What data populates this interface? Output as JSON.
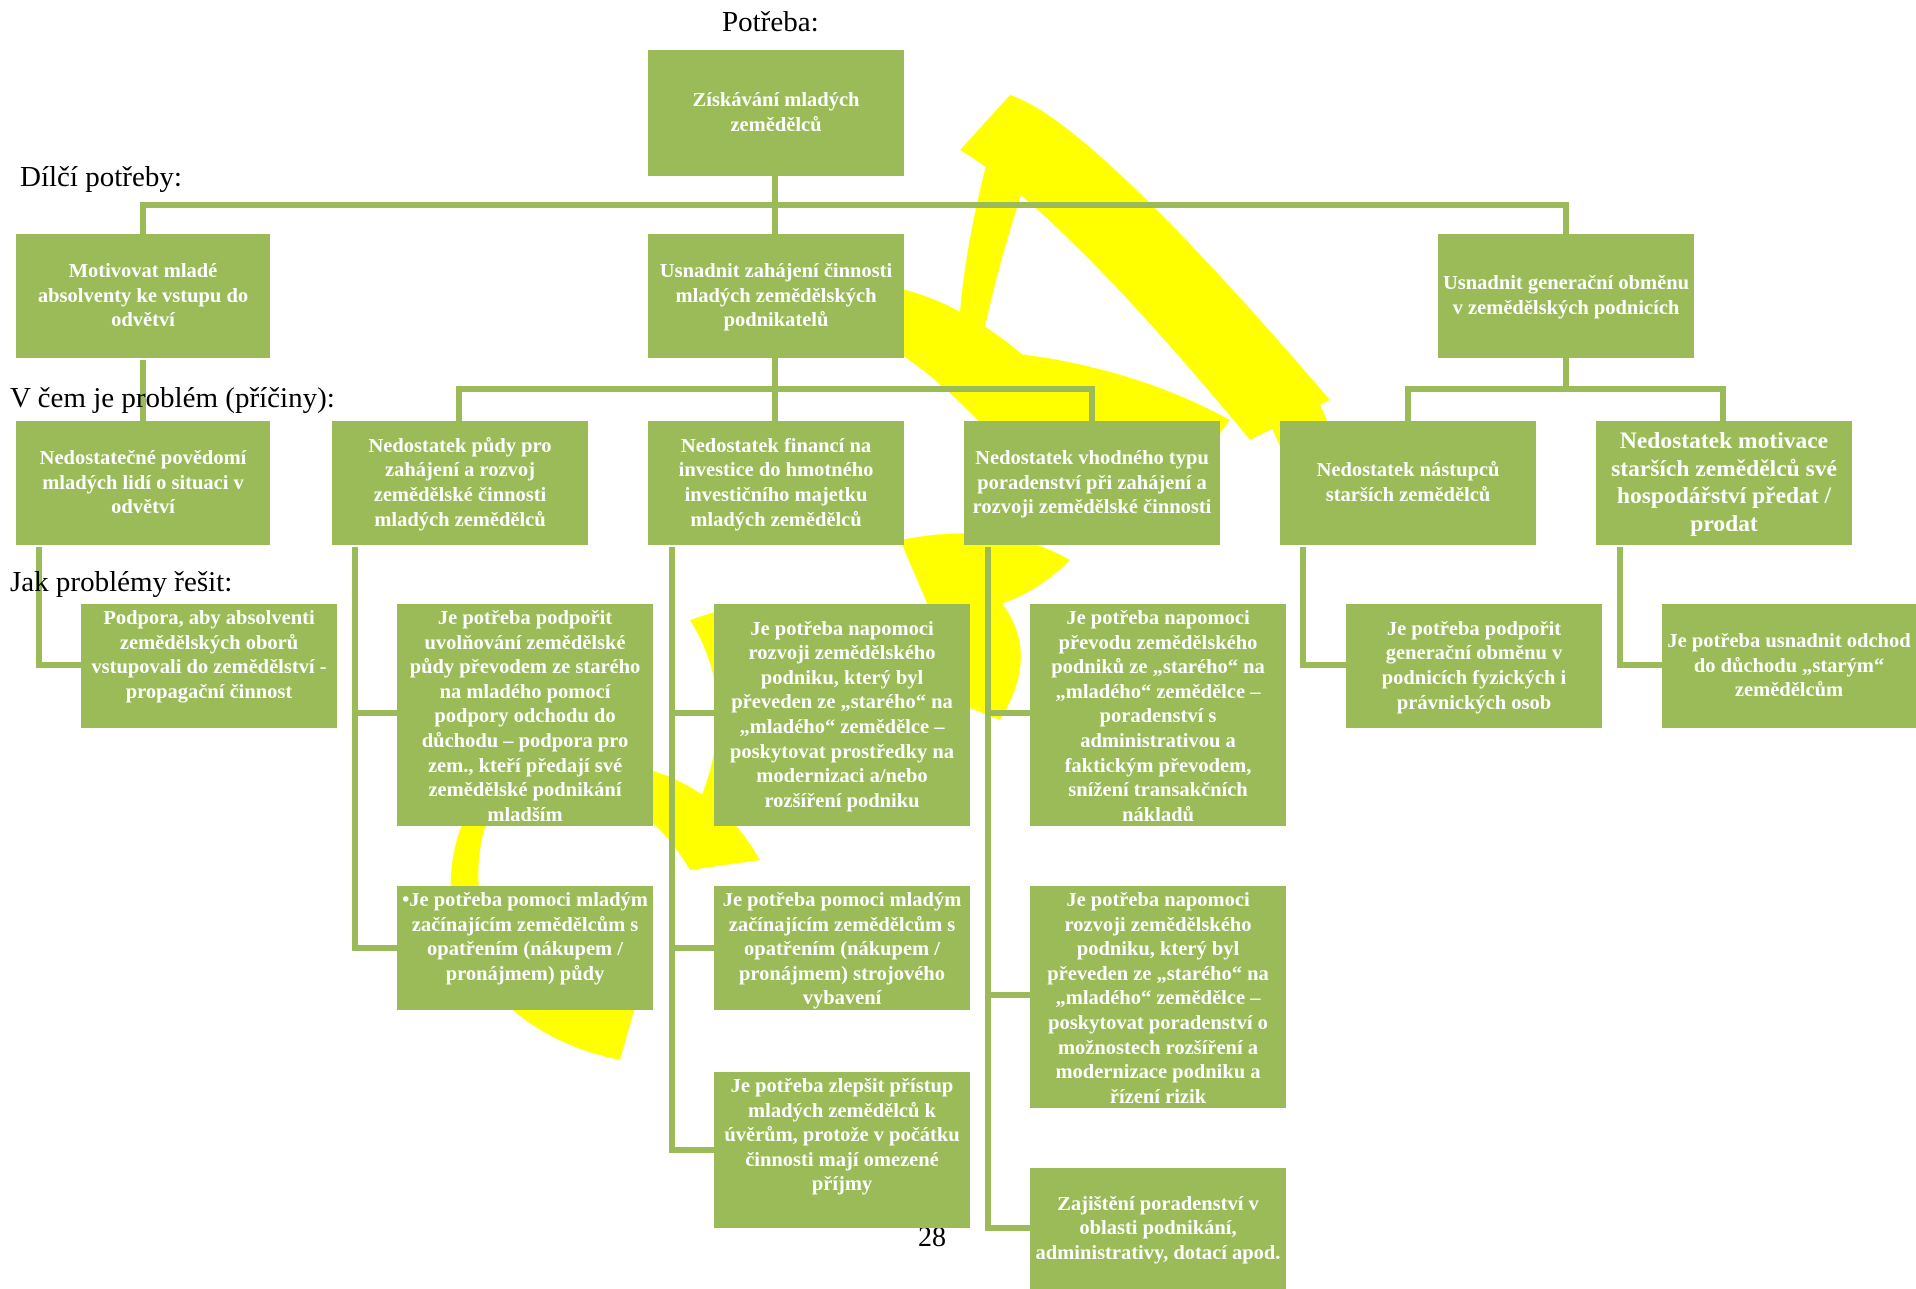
{
  "headings": {
    "need": "Potřeba:",
    "sub_needs": "Dílčí potřeby:",
    "causes": "V čem je problém (příčiny):",
    "solutions": "Jak problémy řešit:"
  },
  "root": {
    "text": "Získávání mladých zemědělců"
  },
  "sub_needs": [
    {
      "text": "Motivovat mladé absolventy ke vstupu do odvětví"
    },
    {
      "text": "Usnadnit zahájení činnosti mladých zemědělských podnikatelů"
    },
    {
      "text": "Usnadnit generační obměnu v zemědělských podnicích"
    }
  ],
  "causes": [
    {
      "text": "Nedostatečné povědomí mladých lidí o situaci v odvětví"
    },
    {
      "text": "Nedostatek půdy pro zahájení a rozvoj zemědělské činnosti mladých zemědělců"
    },
    {
      "text": "Nedostatek financí na investice do hmotného investičního majetku mladých zemědělců"
    },
    {
      "text": "Nedostatek vhodného typu poradenství při zahájení a rozvoji zemědělské činnosti"
    },
    {
      "text": "Nedostatek nástupců starších zemědělců"
    },
    {
      "text": "Nedostatek motivace starších zemědělců své hospodářství předat / prodat"
    }
  ],
  "solutions": [
    {
      "text": "Podpora, aby absolventi zemědělských oborů vstupovali do zemědělství - propagační činnost"
    },
    {
      "text": "Je potřeba podpořit uvolňování zemědělské půdy převodem ze starého na mladého pomocí podpory odchodu do důchodu – podpora pro zem., kteří předají své zemědělské podnikání mladším"
    },
    {
      "text": "•Je potřeba pomoci mladým začínajícím zemědělcům s opatřením (nákupem / pronájmem) půdy"
    },
    {
      "text": "Je potřeba napomoci rozvoji zemědělského podniku, který byl převeden ze „starého“ na „mladého“ zemědělce – poskytovat prostředky na modernizaci a/nebo rozšíření podniku"
    },
    {
      "text": "Je potřeba pomoci mladým začínajícím zemědělcům s opatřením (nákupem / pronájmem) strojového vybavení"
    },
    {
      "text": "Je potřeba zlepšit přístup mladých zemědělců k úvěrům, protože v počátku činnosti mají omezené příjmy"
    },
    {
      "text": "Je potřeba napomoci převodu zemědělského podniků ze „starého“ na „mladého“ zemědělce – poradenství s administrativou a faktickým převodem, snížení transakčních nákladů"
    },
    {
      "text": "Je potřeba napomoci rozvoji zemědělského podniku, který byl převeden ze „starého“ na „mladého“ zemědělce – poskytovat poradenství o možnostech rozšíření a modernizace podniku a řízení rizik"
    },
    {
      "text": "Zajištění poradenství v oblasti podnikání, administrativy, dotací apod."
    },
    {
      "text": "Je potřeba podpořit generační obměnu v podnicích fyzických i právnických osob"
    },
    {
      "text": "Je potřeba usnadnit odchod do důchodu „starým“ zemědělcům"
    }
  ],
  "page_number": "28",
  "colors": {
    "box": "#9bbb59",
    "line": "#9bbb59",
    "text": "#ffffff",
    "watermark": "#ffff00"
  }
}
